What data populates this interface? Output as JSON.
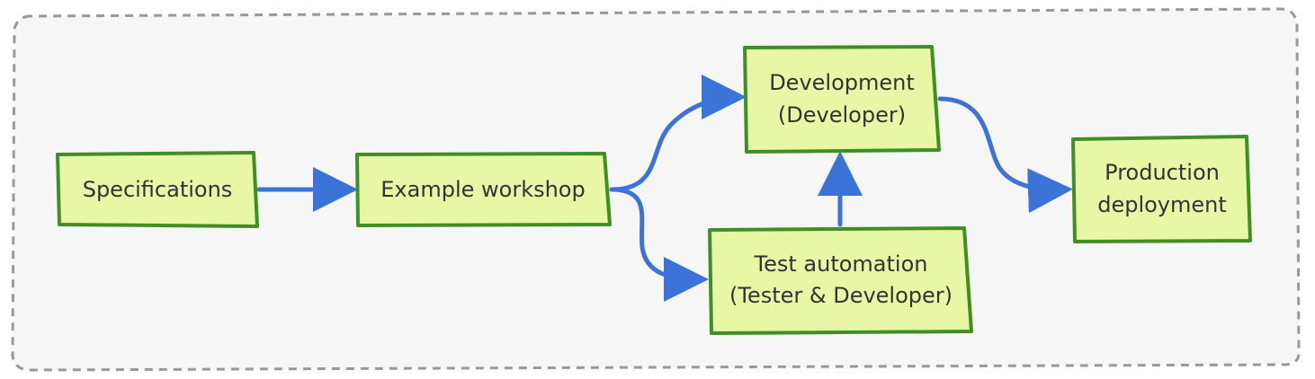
{
  "diagram": {
    "colors": {
      "background": "#ffffff",
      "container_fill": "#f6f6f6",
      "container_stroke": "#999999",
      "node_fill": "#e7f7a6",
      "node_stroke": "#3f8f25",
      "arrow": "#3b73d9",
      "text": "#333333"
    },
    "nodes": {
      "specifications": {
        "label": "Specifications"
      },
      "example_workshop": {
        "label": "Example workshop"
      },
      "development": {
        "line1": "Development",
        "line2": "(Developer)"
      },
      "test_automation": {
        "line1": "Test automation",
        "line2": "(Tester & Developer)"
      },
      "production_deployment": {
        "line1": "Production",
        "line2": "deployment"
      }
    }
  }
}
